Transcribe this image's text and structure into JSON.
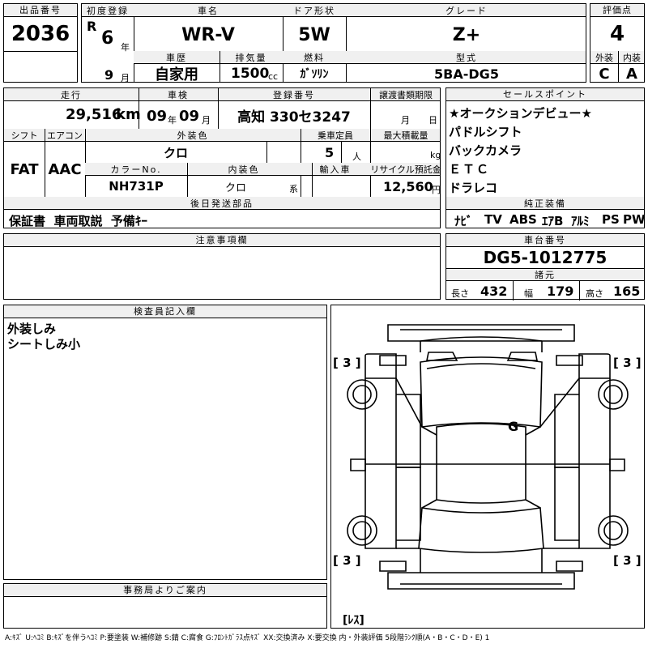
{
  "header": {
    "lot_label": "出品番号",
    "lot_number": "2036",
    "first_reg_label": "初度登録",
    "era": "R",
    "reg_year": "6",
    "year_unit": "年",
    "reg_month": "9",
    "month_unit": "月",
    "car_name_label": "車名",
    "car_name": "WR-V",
    "door_label": "ドア形状",
    "door": "5W",
    "grade_label": "グレード",
    "grade": "Z+",
    "score_label": "評価点",
    "score": "4",
    "history_label": "車歴",
    "history": "自家用",
    "displacement_label": "排気量",
    "displacement": "1500",
    "cc_unit": "cc",
    "fuel_label": "燃料",
    "fuel": "ｶﾞｿﾘﾝ",
    "model_label": "型式",
    "model": "5BA-DG5",
    "exterior_label": "外装",
    "exterior_grade": "C",
    "interior_label": "内装",
    "interior_grade": "A"
  },
  "row2": {
    "mileage_label": "走行",
    "mileage": "29,516",
    "km_unit": "km",
    "inspection_label": "車検",
    "inspection_year": "09",
    "inspection_year_unit": "年",
    "inspection_month": "09",
    "inspection_month_unit": "月",
    "plate_label": "登録番号",
    "plate": "高知 330セ3247",
    "transfer_label": "譲渡書類期限",
    "transfer_month_unit": "月",
    "transfer_day_unit": "日",
    "shift_label": "シフト",
    "shift": "FAT",
    "ac_label": "エアコン",
    "ac": "AAC",
    "exterior_color_label": "外装色",
    "exterior_color": "クロ",
    "capacity_label": "乗車定員",
    "capacity": "5",
    "capacity_unit": "人",
    "max_load_label": "最大積載量",
    "max_load_unit": "kg",
    "color_no_label": "カラーNo.",
    "color_no": "NH731P",
    "interior_color_label": "内装色",
    "interior_color": "クロ",
    "interior_color_unit": "系",
    "import_label": "輸入車",
    "recycle_label": "リサイクル預託金",
    "recycle": "12,560",
    "recycle_unit": "円",
    "later_parts_label": "後日発送部品",
    "later_parts": "保証書  車両取説  予備ｷｰ"
  },
  "sales_points": {
    "label": "セールスポイント",
    "items": [
      "★オークションデビュー★",
      "パドルシフト",
      "バックカメラ",
      "ＥＴＣ",
      "ドラレコ"
    ]
  },
  "equipment": {
    "label": "純正装備",
    "items": [
      "ﾅﾋﾞ",
      "TV",
      "ABS",
      "ｴｱB",
      "ｱﾙﾐ",
      "PS",
      "PW"
    ]
  },
  "notes": {
    "label": "注意事項欄"
  },
  "chassis": {
    "label": "車台番号",
    "number": "DG5-1012775",
    "specs_label": "諸元",
    "length_label": "長さ",
    "length": "432",
    "width_label": "幅",
    "width": "179",
    "height_label": "高さ",
    "height": "165"
  },
  "inspector": {
    "label": "検査員記入欄",
    "lines": [
      "外装しみ",
      "シートしみ小"
    ]
  },
  "diagram": {
    "tire_fl": "[ 3 ]",
    "tire_fr": "[ 3 ]",
    "tire_rl": "[ 3 ]",
    "tire_rr": "[ 3 ]",
    "mark_g": "G",
    "spare": "[ﾚｽ]"
  },
  "office": {
    "label": "事務局よりご案内"
  },
  "legend": "A:ｷｽﾞ U:ﾍｺﾐ B:ｷｽﾞを伴うﾍｺﾐ P:要塗装 W:補修跡 S:錆 C:腐食 G:ﾌﾛﾝﾄｶﾞﾗｽ点ｷｽﾞ XX:交換済み X:要交換  内・外装評価  5段階ﾗﾝｸ順(A・B・C・D・E) 1"
}
